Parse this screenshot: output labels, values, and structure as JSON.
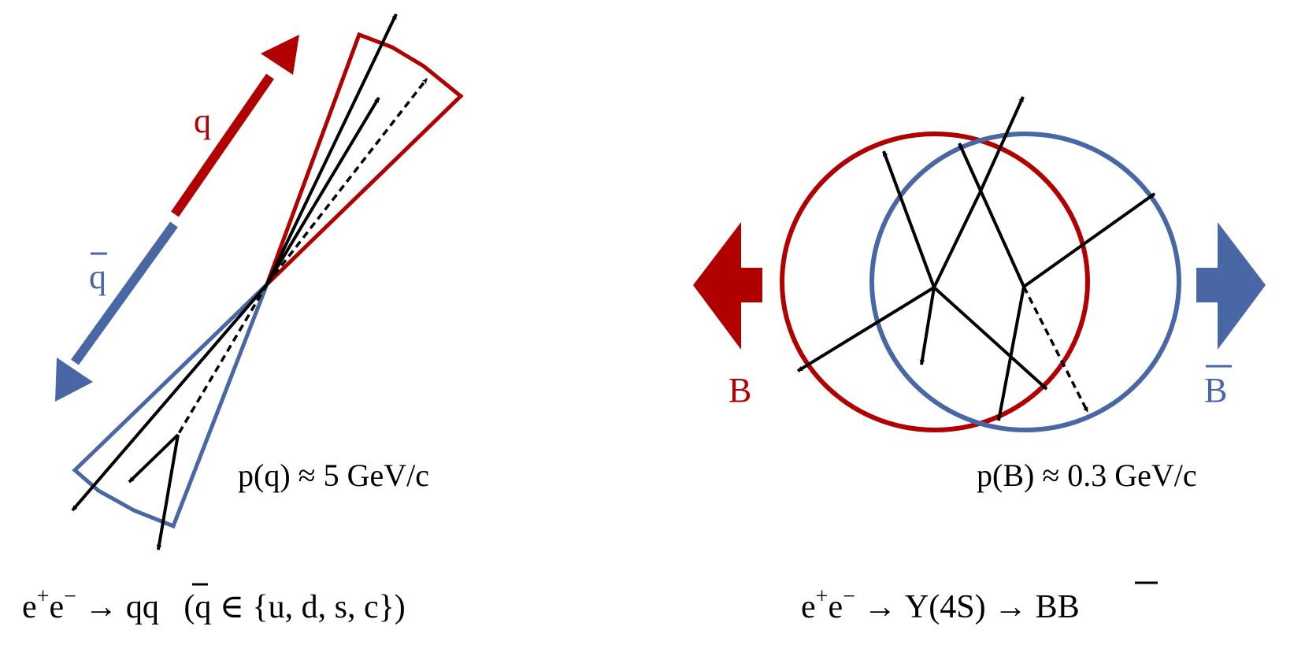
{
  "colors": {
    "quark": "#b00000",
    "antiquark": "#4a67a5",
    "track": "#000000",
    "background": "#ffffff"
  },
  "left_panel": {
    "quark_label": "q",
    "antiquark_label": "q",
    "momentum_label": "p(q) ≈ 5 GeV/c",
    "process_label": {
      "prefix": "e",
      "sup1": "+",
      "mid": "e",
      "sup2": "−",
      "arrow": " → q",
      "qbar": "q",
      "suffix": "   (q ∈ {u, d, s, c})"
    }
  },
  "right_panel": {
    "b_label": "B",
    "bbar_label": "B",
    "momentum_label": "p(B) ≈ 0.3 GeV/c",
    "process_label": {
      "prefix": "e",
      "sup1": "+",
      "mid": "e",
      "sup2": "−",
      "arrow": " → Υ(4S) → B",
      "bbar": "B"
    }
  }
}
